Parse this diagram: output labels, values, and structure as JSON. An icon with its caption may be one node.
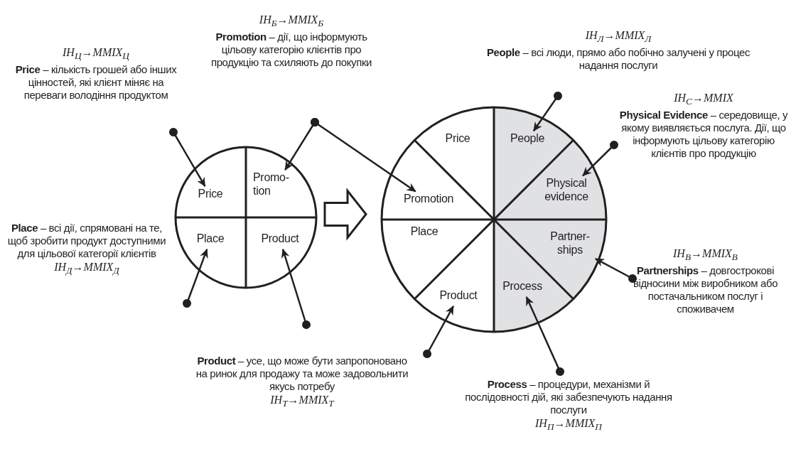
{
  "diagram": {
    "nodes": [
      {
        "text": [
          "IH$_{Б}$→MMIX$_{Б}$",
          "**Promotion** – дії, що інформують цільову категорію клієнтів про продукцію та схиляють до покупки"
        ]
      },
      {
        "text": [
          "IH$_{Л}$→MMIX$_{Л}$",
          "**People** – всі люди, прямо або побічно залучені у процес надання послуги"
        ]
      },
      {
        "text": [
          "IH$_{Ц}$→MMIX$_{Ц}$",
          "**Price** – кількість грошей або інших цінностей, які клієнт міняє на переваги володіння продуктом"
        ]
      },
      {
        "text": [
          "IH$_{С}$→MMIX",
          "**Physical Evidence** – середовище, у якому виявляється послуга. Дії, що інформують цільову категорію клієнтів про продукцію"
        ]
      },
      {
        "text": [],
        "shape": "circle"
      },
      {
        "text": [
          "Price"
        ],
        "in": 4
      },
      {
        "text": [
          "Promo- tion"
        ],
        "in": 4
      },
      {
        "text": [
          "Place"
        ],
        "in": 4
      },
      {
        "text": [
          "Product"
        ],
        "in": 4
      },
      {
        "text": [],
        "shape": "circle"
      },
      {
        "text": [
          "Price"
        ],
        "in": 9
      },
      {
        "text": [
          "People"
        ],
        "in": 9
      },
      {
        "text": [
          "Promotion"
        ],
        "in": 9
      },
      {
        "text": [
          "Physical evidence"
        ],
        "in": 9
      },
      {
        "text": [
          "Place"
        ],
        "in": 9
      },
      {
        "text": [
          "Partner- ships"
        ],
        "in": 9
      },
      {
        "text": [
          "Product"
        ],
        "in": 9
      },
      {
        "text": [
          "Process"
        ],
        "in": 9
      },
      {
        "text": [
          "**Place** – всі дії, спрямовані на те, щоб зробити продукт доступними для цільової категорії клієнтів",
          "IH$_{Д}$→MMIX$_{Д}$"
        ]
      },
      {
        "text": [
          "IH$_{В}$→MMIX$_{В}$",
          "**Partnerships** – довгострокові відносини між виробником або постачальником послуг і споживачем"
        ]
      },
      {
        "text": [
          "**Product** – усе, що може бути запропоновано на ринок для продажу та може задовольнити якусь потребу",
          "IH$_{Т}$→MMIX$_{Т}$"
        ]
      },
      {
        "text": [
          "**Process** – процедури, механізми й послідовності дій, які забезпечують надання послуги",
          "IH$_{П}$→MMIX$_{П}$"
        ]
      }
    ],
    "edges": [
      {
        "from": 2,
        "to": 5,
        "arrow": "to"
      },
      {
        "from": 0,
        "to": 6,
        "arrow": "to"
      },
      {
        "from": 0,
        "to": 12,
        "arrow": "to"
      },
      {
        "from": 18,
        "to": 7,
        "arrow": "to"
      },
      {
        "from": 20,
        "to": 8,
        "arrow": "to"
      },
      {
        "from": 4,
        "to": 9,
        "arrow": "to",
        "style": "thick"
      },
      {
        "from": 1,
        "to": 11,
        "arrow": "to"
      },
      {
        "from": 3,
        "to": 13,
        "arrow": "to"
      },
      {
        "from": 19,
        "to": 15,
        "arrow": "to"
      },
      {
        "from": 20,
        "to": 16,
        "arrow": "to"
      },
      {
        "from": 21,
        "to": 17,
        "arrow": "to"
      }
    ]
  }
}
